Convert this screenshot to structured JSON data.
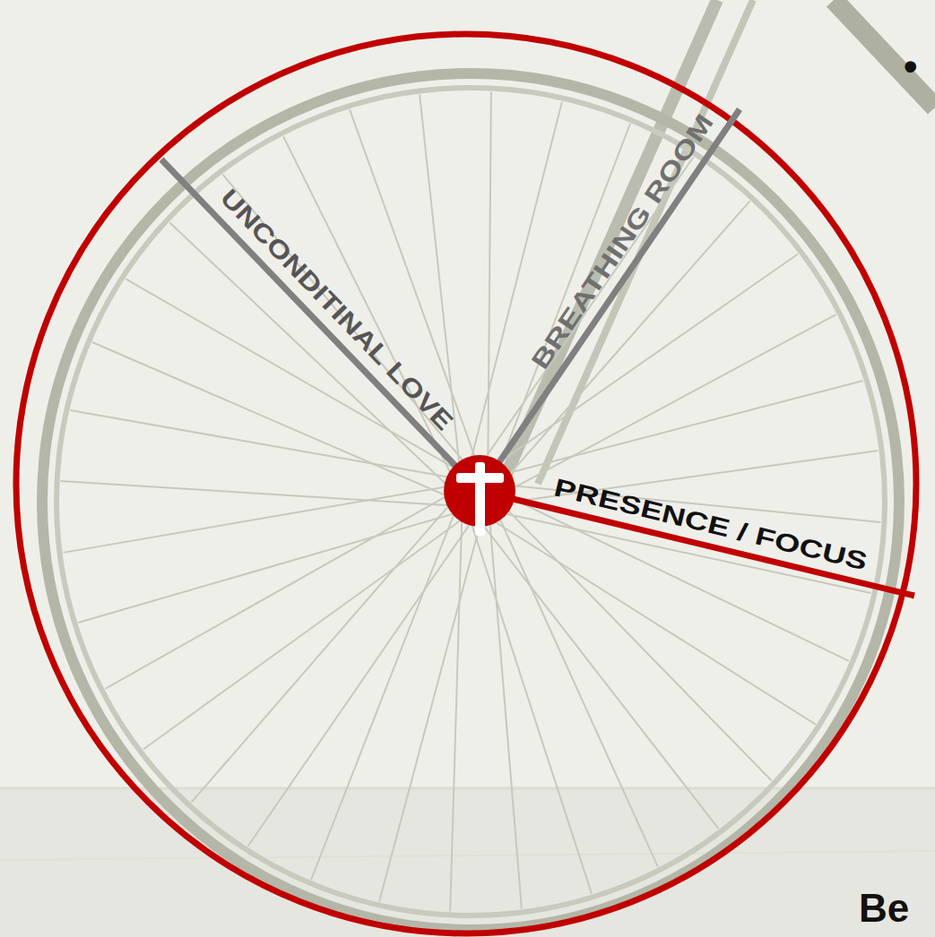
{
  "diagram": {
    "labels": [
      "UNCONDITINAL LOVE",
      "BREATHING ROOM",
      "PRESENCE / FOCUS",
      "•",
      "Be"
    ]
  }
}
